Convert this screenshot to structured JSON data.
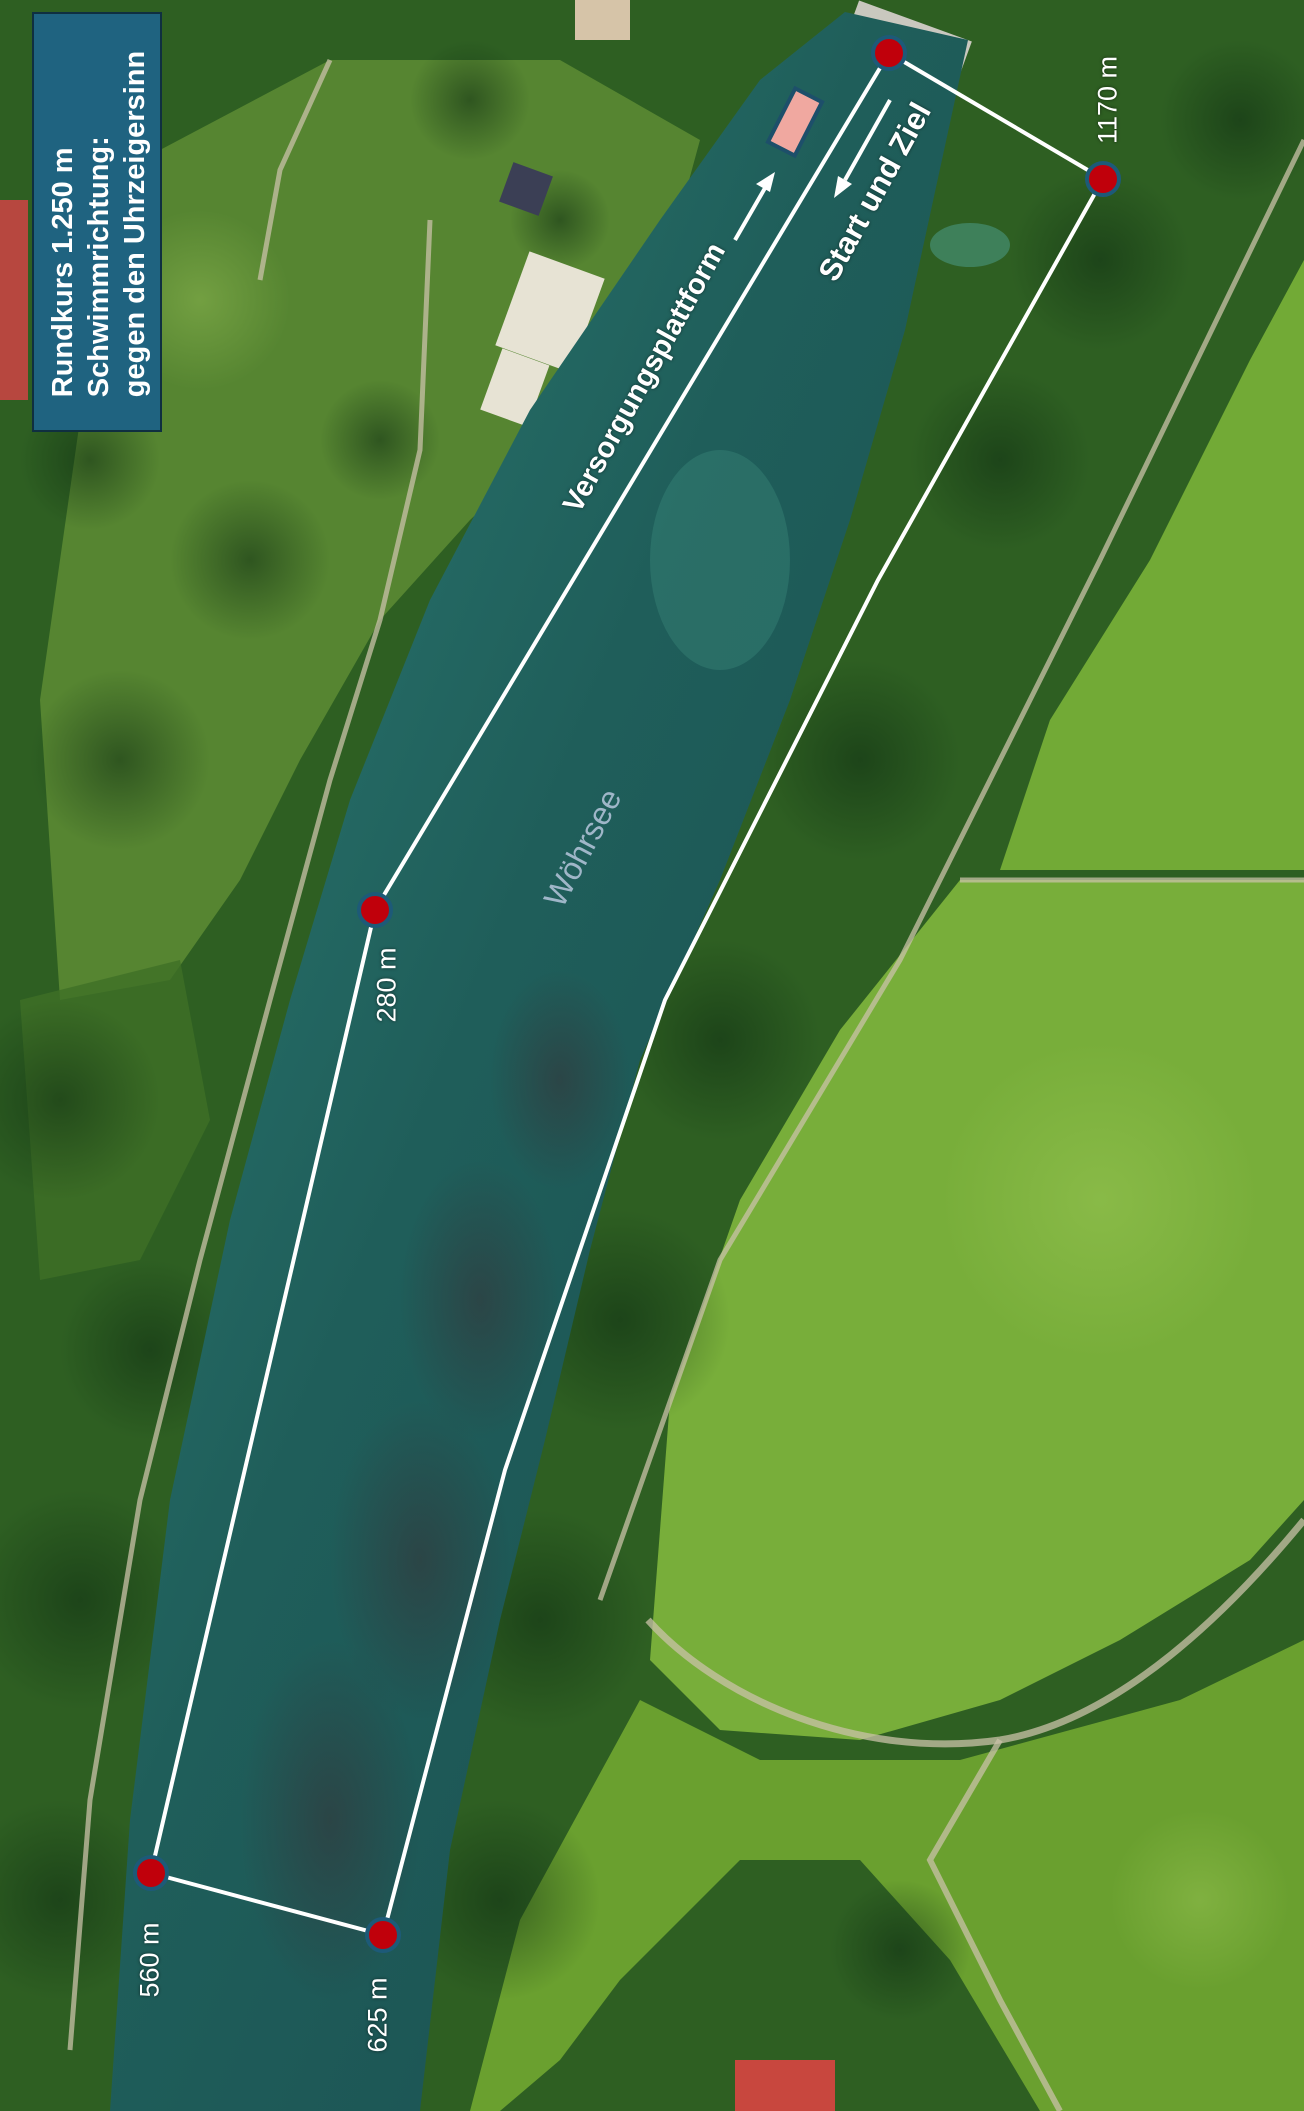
{
  "info_box": {
    "line1": "Rundkurs 1.250 m",
    "line2": "Schwimmrichtung:",
    "line3": "gegen den Uhrzeigersinn"
  },
  "lake": {
    "name": "Wöhrsee"
  },
  "labels": {
    "platform": "Versorgungsplattform",
    "start_finish": "Start und Ziel"
  },
  "waypoints": [
    {
      "id": "start",
      "label": ""
    },
    {
      "id": "wp-1170",
      "label": "1170 m"
    },
    {
      "id": "wp-280",
      "label": "280 m"
    },
    {
      "id": "wp-560",
      "label": "560 m"
    },
    {
      "id": "wp-625",
      "label": "625 m"
    }
  ],
  "colors": {
    "route": "#ffffff",
    "buoy": "#c0000b",
    "buoy_outline": "#1d5a78",
    "platform_fill": "#f0a8a0",
    "platform_outline": "#1d4f6a",
    "info_box_bg": "#1f6380",
    "water": "#1c5752",
    "forest": "#2a5a1e",
    "meadow": "#6ba23a"
  }
}
